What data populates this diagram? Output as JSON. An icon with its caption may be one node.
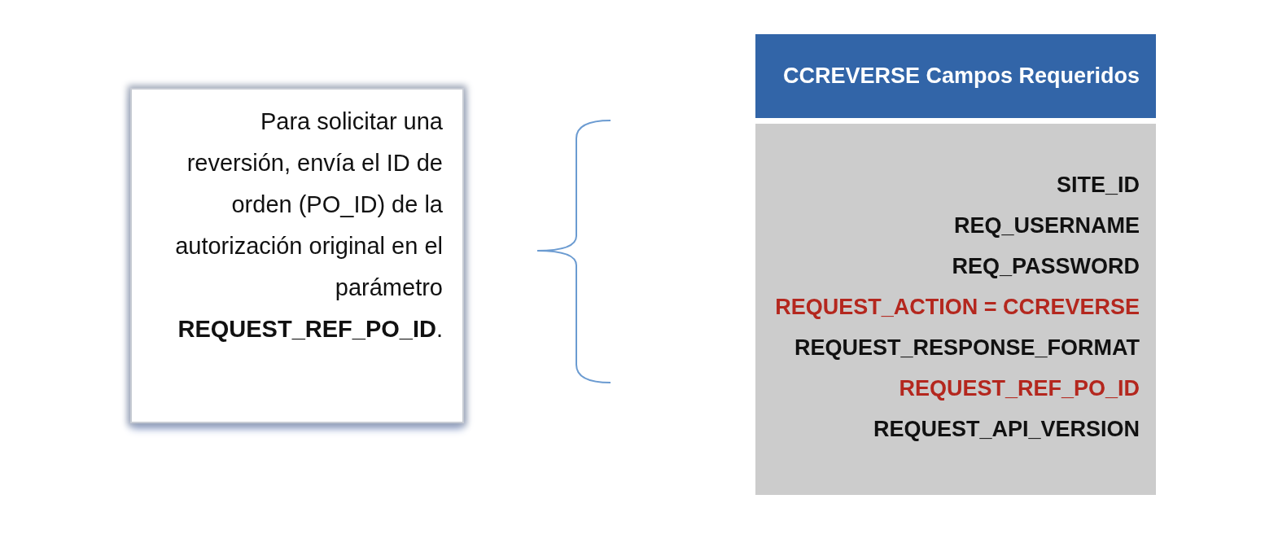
{
  "diagram": {
    "nodes": [
      {
        "text": [
          "Para solicitar una reversión, envía el ID de orden (PO_ID) de la autorización original en el parámetro **REQUEST_REF_PO_ID**."
        ]
      },
      {
        "text": [
          "CCREVERSE Campos Requeridos"
        ]
      },
      {
        "text": [
          "SITE_ID",
          "REQ_USERNAME",
          "REQ_PASSWORD",
          "REQUEST_ACTION = CCREVERSE",
          "REQUEST_RESPONSE_FORMAT",
          "REQUEST_REF_PO_ID",
          "REQUEST_API_VERSION"
        ]
      }
    ],
    "edges": []
  }
}
